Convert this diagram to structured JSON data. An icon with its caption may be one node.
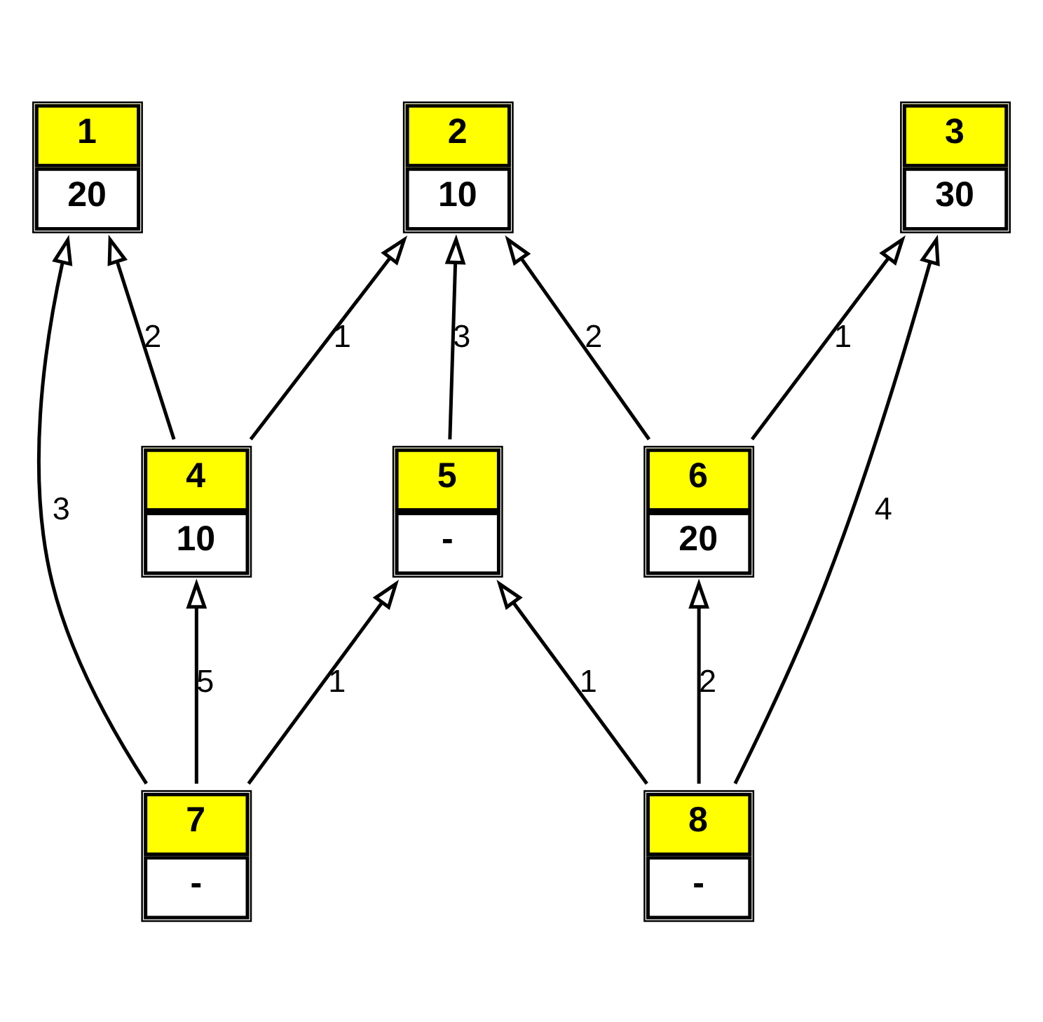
{
  "diagram": {
    "nodes": [
      {
        "text": [
          "1",
          "20"
        ]
      },
      {
        "text": [
          "2",
          "10"
        ]
      },
      {
        "text": [
          "3",
          "30"
        ]
      },
      {
        "text": [
          "4",
          "10"
        ]
      },
      {
        "text": [
          "5",
          "-"
        ]
      },
      {
        "text": [
          "6",
          "20"
        ]
      },
      {
        "text": [
          "7",
          "-"
        ]
      },
      {
        "text": [
          "8",
          "-"
        ]
      }
    ],
    "edges": [
      {
        "from": 3,
        "to": 0,
        "arrow": "to",
        "label": "2"
      },
      {
        "from": 6,
        "to": 0,
        "arrow": "to",
        "label": "3"
      },
      {
        "from": 3,
        "to": 1,
        "arrow": "to",
        "label": "1"
      },
      {
        "from": 4,
        "to": 1,
        "arrow": "to",
        "label": "3"
      },
      {
        "from": 5,
        "to": 1,
        "arrow": "to",
        "label": "2"
      },
      {
        "from": 7,
        "to": 2,
        "arrow": "to",
        "label": "4"
      },
      {
        "from": 5,
        "to": 2,
        "arrow": "to",
        "label": "1"
      },
      {
        "from": 6,
        "to": 3,
        "arrow": "to",
        "label": "5"
      },
      {
        "from": 6,
        "to": 4,
        "arrow": "to",
        "label": "1"
      },
      {
        "from": 7,
        "to": 4,
        "arrow": "to",
        "label": "1"
      },
      {
        "from": 7,
        "to": 5,
        "arrow": "to",
        "label": "2"
      }
    ]
  }
}
